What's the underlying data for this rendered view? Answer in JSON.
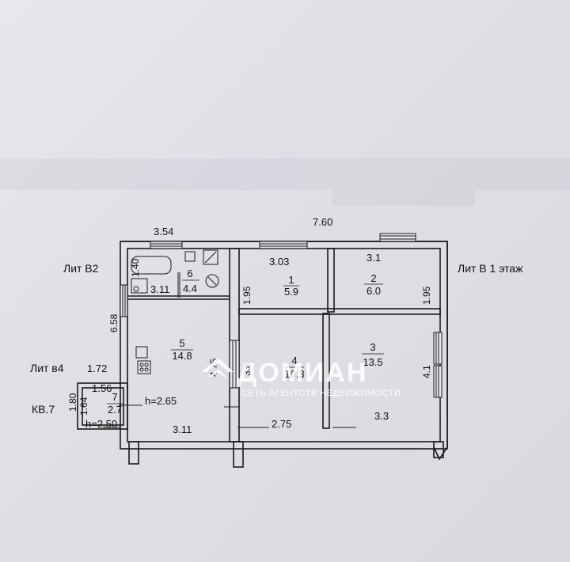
{
  "labels": {
    "lit_b2": "Лит В2",
    "lit_b1": "Лит В 1 этаж",
    "lit_v4": "Лит в4",
    "kv": "КВ.7"
  },
  "dimensions": {
    "top_left": "3.54",
    "top_total": "7.60",
    "room1_width": "3.03",
    "room2_width": "3.1",
    "left_height": "6.58",
    "room6_height": "1.40",
    "room6_width": "3.11",
    "room1_height": "1.95",
    "room2_height": "1.95",
    "corridor_height": "4.75",
    "room4_height": "3.8",
    "room3_height": "4.1",
    "bottom_room5": "3.11",
    "bottom_room4": "2.75",
    "bottom_room3": "3.3",
    "annex_width": "1.72",
    "annex_inner_width": "1.56",
    "annex_height": "1.80",
    "annex_inner_height": "1.64"
  },
  "rooms": [
    {
      "number": "1",
      "area": "5.9"
    },
    {
      "number": "2",
      "area": "6.0"
    },
    {
      "number": "3",
      "area": "13.5"
    },
    {
      "number": "4",
      "area": "10.3"
    },
    {
      "number": "5",
      "area": "14.8"
    },
    {
      "number": "6",
      "area": "4.4"
    },
    {
      "number": "7",
      "area": "2.7"
    }
  ],
  "heights": {
    "main": "h=2.65",
    "annex": "h=2.50"
  },
  "watermark": {
    "brand": "ДОМИАН",
    "tagline": "СЕТЬ АГЕНТСТВ НЕДВИЖИМОСТИ"
  },
  "colors": {
    "wall": "#1a1a1a",
    "paper": "#e4e5ea"
  }
}
